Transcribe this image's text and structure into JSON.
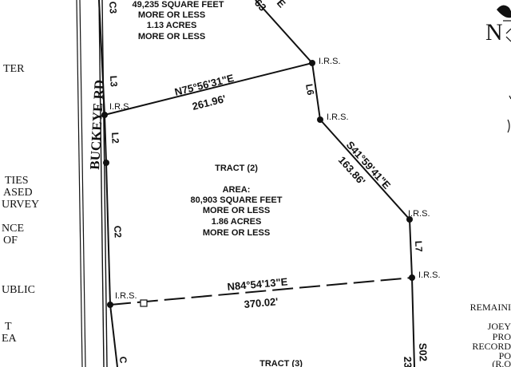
{
  "tract1_area": {
    "sqft": "49,235 SQUARE FEET",
    "mol1": "MORE OR LESS",
    "acres": "1.13 ACRES",
    "mol2": "MORE OR LESS"
  },
  "tract2": {
    "title": "TRACT (2)",
    "area_label": "AREA:",
    "sqft": "80,903 SQUARE FEET",
    "mol1": "MORE OR LESS",
    "acres": "1.86 ACRES",
    "mol2": "MORE OR LESS"
  },
  "tract3_title": "TRACT (3)",
  "road_name": "BUCKEYE RD",
  "segments": {
    "c3": "C3",
    "l3": "L3",
    "l2": "L2",
    "c2": "C2",
    "c_bottom": "C",
    "l6": "L6",
    "l7": "L7"
  },
  "bearings": {
    "north_line": "N75°56'31\"E",
    "north_dist": "261.96'",
    "east_line": "S41°59'41\"E",
    "east_dist": "163.86'",
    "south_line": "N84°54'13\"E",
    "south_dist": "370.02'",
    "bottom_right_brg": "S02",
    "bottom_right_dist": "23",
    "top_partial": "E",
    "top_partial_dist": "63"
  },
  "irs": [
    "I.R.S.",
    "I.R.S.",
    "I.R.S.",
    "I.R.S.",
    "I.R.S.",
    "I.R.S."
  ],
  "left_fragments": [
    "TER",
    "TIES",
    "ASED",
    "URVEY",
    "NCE",
    "OF",
    "UBLIC",
    "T",
    "EA"
  ],
  "right_fragments": [
    "REMAINI",
    "JOEY",
    "PRO",
    "RECORD",
    "PO",
    "(R.O"
  ],
  "legend_fragment": "N"
}
